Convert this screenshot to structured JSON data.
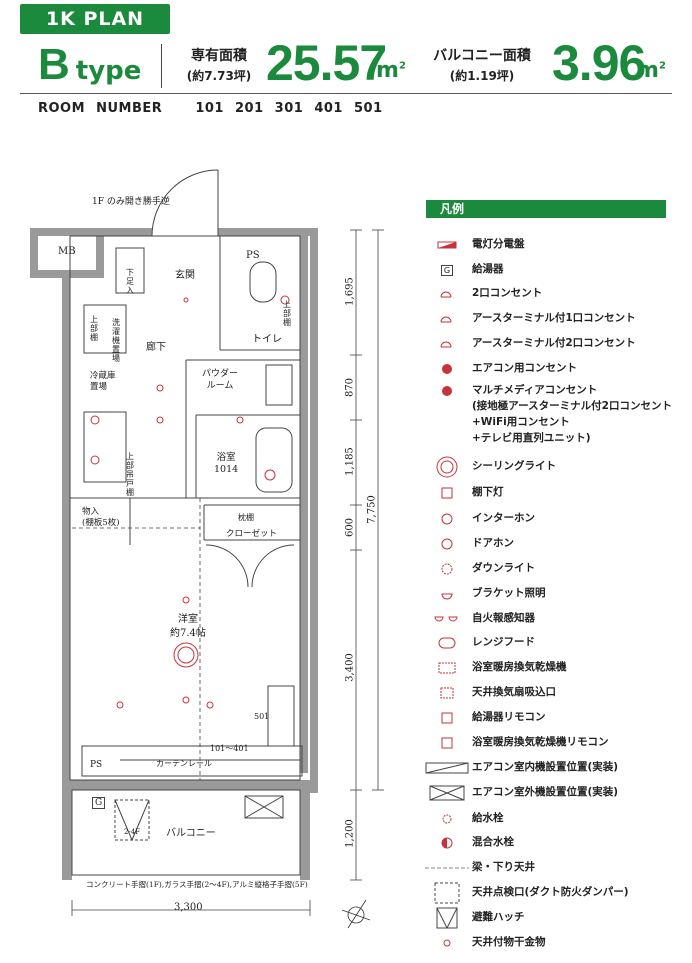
{
  "header": {
    "plan_tag": "1K PLAN",
    "type_letter": "B",
    "type_word": "type",
    "floor_area_label": "専有面積",
    "floor_area_tsubo": "(約7.73坪)",
    "floor_area_value": "25.57",
    "balcony_area_label": "バルコニー面積",
    "balcony_area_tsubo": "(約1.19坪)",
    "balcony_area_value": "3.96",
    "unit": "m",
    "unit_sup": "2"
  },
  "room_numbers": {
    "label": "ROOM NUMBER",
    "values": "101  201  301  401  501"
  },
  "plan_labels": {
    "door_note": "1F のみ開き勝手逆",
    "mb": "MB",
    "ps_top": "PS",
    "ps_bottom": "PS",
    "genkan": "玄関",
    "shoe": "下\n足\n入",
    "toilet": "トイレ",
    "upper_cab1": "上\n部\n棚",
    "upper_cab2": "上\n部\n棚",
    "upper_cab3": "上\n部\n吊\n戸\n棚",
    "washer": "洗\n濯\n機\n置\n場",
    "hall": "廊下",
    "powder": "パウダー\nルーム",
    "fridge": "冷蔵庫\n置場",
    "bath": "浴室\n1014",
    "storage": "物入\n(棚板5枚)",
    "shelf": "枕棚",
    "closet": "クローゼット",
    "western": "洋室\n約7.4帖",
    "balcony": "バルコニー",
    "curtain": "カーテンレール",
    "rooms_range": "101～401",
    "room501": "501",
    "g": "G",
    "hatch_note": "2-4F",
    "railing_note": "コンクリート手摺(1F),ガラス手摺(2～4F),アルミ縦格子手摺(5F)",
    "dim_width": "3,300",
    "dim_total": "7,750",
    "dims_v": [
      "1,695",
      "870",
      "1,185",
      "600",
      "3,400",
      "1,200"
    ]
  },
  "legend": {
    "title": "凡例",
    "items": [
      {
        "icon": "panel-board-icon",
        "text": "電灯分電盤"
      },
      {
        "icon": "water-heater-icon",
        "text": "給湯器"
      },
      {
        "icon": "outlet-2-icon",
        "text": "2口コンセント"
      },
      {
        "icon": "outlet-earth-1-icon",
        "text": "アースターミナル付1口コンセント"
      },
      {
        "icon": "outlet-earth-2-icon",
        "text": "アースターミナル付2口コンセント"
      },
      {
        "icon": "aircon-outlet-icon",
        "text": "エアコン用コンセント"
      },
      {
        "icon": "multimedia-outlet-icon",
        "text": "マルチメディアコンセント\n(接地極アースターミナル付2口コンセント\n+WiFi用コンセント\n+テレビ用直列ユニット)"
      },
      {
        "icon": "ceiling-light-icon",
        "text": "シーリングライト"
      },
      {
        "icon": "under-shelf-light-icon",
        "text": "棚下灯"
      },
      {
        "icon": "intercom-icon",
        "text": "インターホン"
      },
      {
        "icon": "door-phone-icon",
        "text": "ドアホン"
      },
      {
        "icon": "downlight-icon",
        "text": "ダウンライト"
      },
      {
        "icon": "bracket-light-icon",
        "text": "ブラケット照明"
      },
      {
        "icon": "fire-alarm-icon",
        "text": "自火報感知器"
      },
      {
        "icon": "range-hood-icon",
        "text": "レンジフード"
      },
      {
        "icon": "bath-dryer-icon",
        "text": "浴室暖房換気乾燥機"
      },
      {
        "icon": "ceiling-vent-icon",
        "text": "天井換気扇吸込口"
      },
      {
        "icon": "heater-remote-icon",
        "text": "給湯器リモコン"
      },
      {
        "icon": "bath-dryer-remote-icon",
        "text": "浴室暖房換気乾燥機リモコン"
      },
      {
        "icon": "aircon-indoor-icon",
        "text": "エアコン室内機設置位置(実装)"
      },
      {
        "icon": "aircon-outdoor-icon",
        "text": "エアコン室外機設置位置(実装)"
      },
      {
        "icon": "water-tap-icon",
        "text": "給水栓"
      },
      {
        "icon": "mixer-tap-icon",
        "text": "混合水栓"
      },
      {
        "icon": "beam-icon",
        "text": "梁・下り天井"
      },
      {
        "icon": "inspection-port-icon",
        "text": "天井点検口(ダクト防火ダンパー)"
      },
      {
        "icon": "escape-hatch-icon",
        "text": "避難ハッチ"
      },
      {
        "icon": "ceiling-hook-icon",
        "text": "天井付物干金物"
      }
    ]
  },
  "colors": {
    "brand_green": "#1b8a3c",
    "symbol_red": "#c8323c",
    "wall_gray": "#9a9a9a"
  }
}
